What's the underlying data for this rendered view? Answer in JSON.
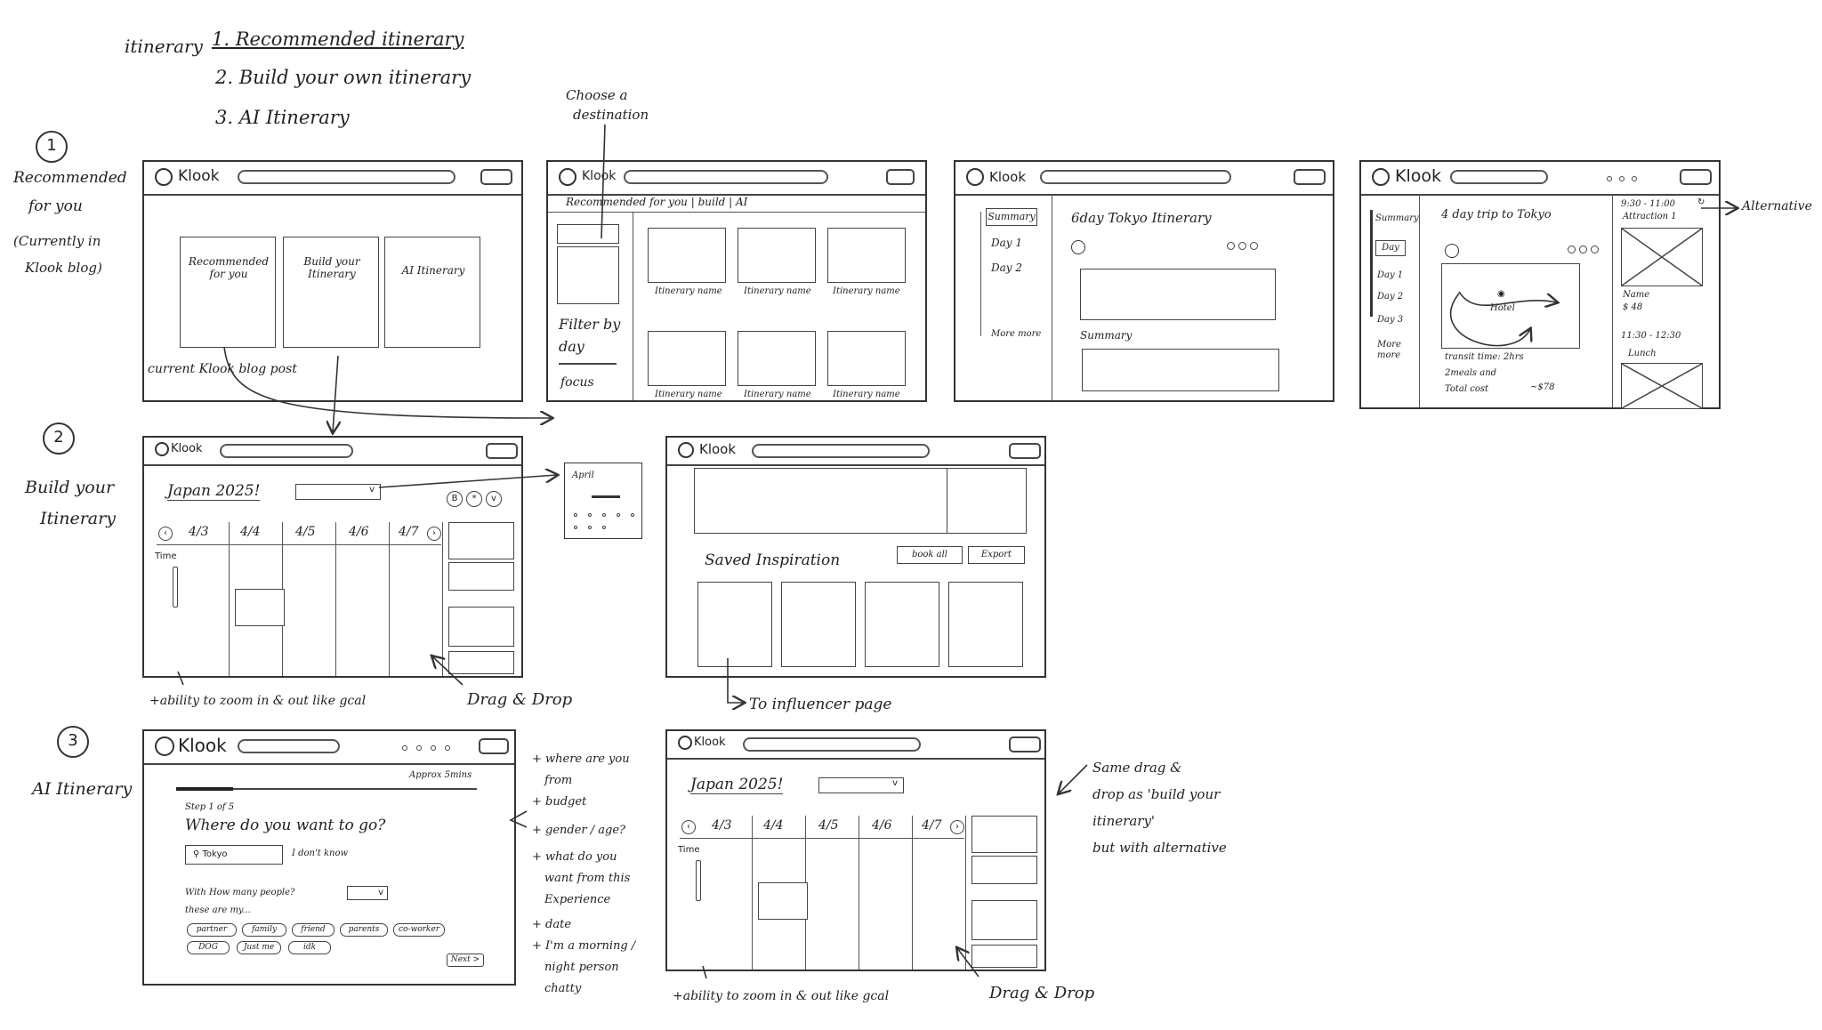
{
  "header_notes": {
    "itinerary": "itinerary",
    "opt1": "1. Recommended itinerary",
    "opt2": "2. Build your own itinerary",
    "opt3": "3. AI Itinerary"
  },
  "sections": {
    "s1_num": "1",
    "s1_label": [
      "Recommended",
      "for you",
      "(Currently in",
      "Klook blog)"
    ],
    "s2_num": "2",
    "s2_label": [
      "Build your",
      "Itinerary"
    ],
    "s3_num": "3",
    "s3_label": [
      "AI Itinerary"
    ]
  },
  "brand": "Klook",
  "f1": {
    "card1": "Recommended for you",
    "card2": "Build your Itinerary",
    "card3": "AI Itinerary",
    "note": "current Klook blog post"
  },
  "f2": {
    "note_top": [
      "Choose a",
      "destination"
    ],
    "tabs": "Recommended for you | build | AI",
    "filter": [
      "Filter by",
      "day"
    ],
    "focus": "focus",
    "item_name": "Itinerary name"
  },
  "f3": {
    "summary": "Summary",
    "day1": "Day 1",
    "day2": "Day 2",
    "more": "More more",
    "title": "6day Tokyo Itinerary",
    "summary_label": "Summary"
  },
  "f4": {
    "summary": "Summary",
    "day": "Day",
    "day1": "Day 1",
    "day2": "Day 2",
    "day3": "Day 3",
    "more": [
      "More",
      "more"
    ],
    "title": "4 day trip to Tokyo",
    "hotel": "Hotel",
    "transit": "transit time: 2hrs",
    "meals": "2meals and",
    "cost_label": "Total cost",
    "cost": "~$78",
    "time1": "9:30 - 11:00",
    "attraction": "Attraction 1",
    "name": "Name",
    "price": "$ 48",
    "time2": "11:30 - 12:30",
    "lunch": "Lunch",
    "alt_note": "Alternative"
  },
  "f5": {
    "trip": "Japan 2025!",
    "dropdown": "v",
    "icons": [
      "B",
      "*",
      "v"
    ],
    "dates": [
      "4/3",
      "4/4",
      "4/5",
      "4/6",
      "4/7"
    ],
    "time_label": "Time",
    "note": "+ability to zoom in & out like gcal",
    "drag": "Drag & Drop"
  },
  "cal_popup": {
    "month": "April"
  },
  "f6": {
    "saved": "Saved Inspiration",
    "book_all": "book all",
    "export": "Export",
    "note": "To influencer page"
  },
  "f7": {
    "approx": "Approx 5mins",
    "step": "Step 1 of 5",
    "question": "Where do you want to go?",
    "search_value": "Tokyo",
    "dont_know": "I don't know",
    "people": "With How many people?",
    "these": "these are my...",
    "tags": [
      "partner",
      "family",
      "friend",
      "parents",
      "co-worker",
      "DOG",
      "Just me",
      "idk"
    ],
    "next": "Next >",
    "side_notes": [
      "+ where are you",
      "from",
      "+ budget",
      "+ gender / age?",
      "+ what do you",
      "want from this",
      "Experience",
      "+ date",
      "+ I'm a morning /",
      "night person",
      "chatty"
    ]
  },
  "f8": {
    "trip": "Japan 2025!",
    "dropdown": "v",
    "dates": [
      "4/3",
      "4/4",
      "4/5",
      "4/6",
      "4/7"
    ],
    "time_label": "Time",
    "note": "+ability to zoom in & out like gcal",
    "drag": "Drag & Drop",
    "side_note": [
      "Same drag &",
      "drop as 'build your",
      "itinerary'",
      "but with alternative"
    ]
  }
}
